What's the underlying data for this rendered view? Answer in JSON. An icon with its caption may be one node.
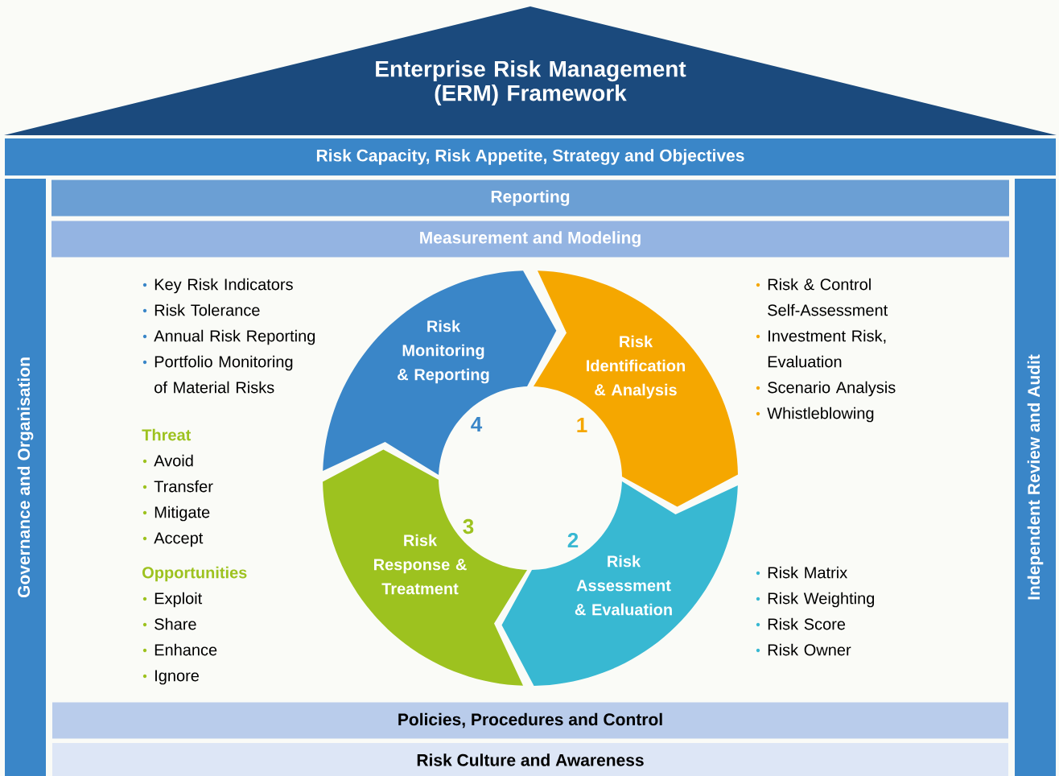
{
  "diagram": {
    "nodes": [
      {
        "text": [
          "Enterprise Risk Management (ERM) Framework"
        ]
      },
      {
        "text": [
          "Risk Capacity, Risk Appetite, Strategy and Objectives"
        ]
      },
      {
        "text": [
          "Governance and Organisation"
        ]
      },
      {
        "text": [
          "Independent Review and Audit"
        ]
      },
      {
        "text": [
          "Reporting"
        ]
      },
      {
        "text": [
          "Measurement and Modeling"
        ]
      },
      {
        "text": [
          "Risk Monitoring & Reporting"
        ],
        "beside": [
          "4"
        ]
      },
      {
        "text": [
          "Risk Identification & Analysis"
        ],
        "beside": [
          "1"
        ]
      },
      {
        "text": [
          "Risk Response & Treatment"
        ],
        "beside": [
          "3"
        ]
      },
      {
        "text": [
          "Risk Assessment & Evaluation"
        ],
        "beside": [
          "2"
        ]
      },
      {
        "text": [
          "Policies, Procedures and Control"
        ]
      },
      {
        "text": [
          "Risk Culture and Awareness"
        ]
      }
    ],
    "labels": [
      "Key Risk Indicators",
      "Risk Tolerance",
      "Annual Risk Reporting",
      "Portfolio Monitoring of Material Risks",
      "Risk & Control Self-Assessment",
      "Investment Risk, Evaluation",
      "Scenario Analysis",
      "Whistleblowing",
      "Threat",
      "Avoid",
      "Transfer",
      "Mitigate",
      "Accept",
      "Opportunities",
      "Exploit",
      "Share",
      "Enhance",
      "Ignore",
      "Risk Matrix",
      "Risk Weighting",
      "Risk Score",
      "Risk Owner"
    ]
  }
}
